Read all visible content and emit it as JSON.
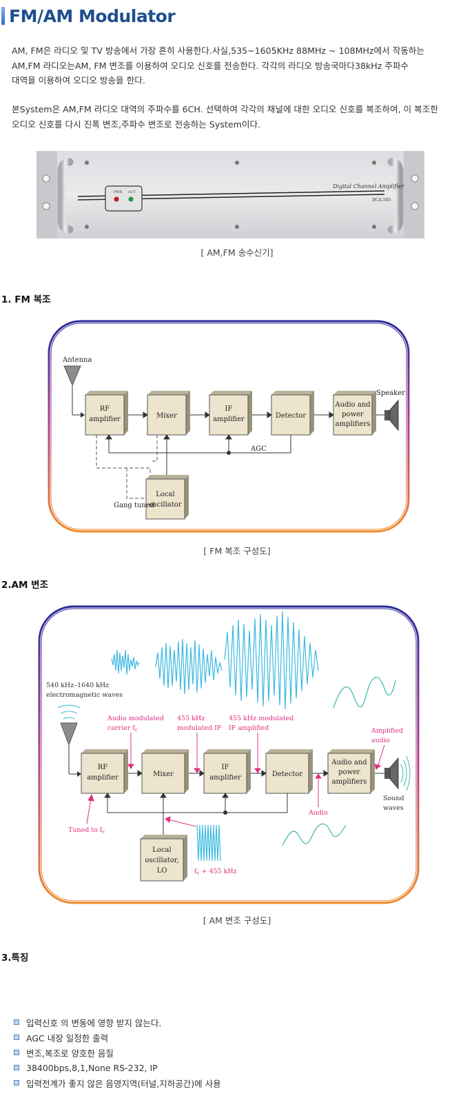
{
  "page_title": "FM/AM Modulator",
  "intro": {
    "p1_line1": "AM, FM은 라디오 및 TV 방송에서 가장 흔히 사용한다.사실,535~1605KHz  88MHz ~ 108MHz에서 작동하는",
    "p1_line2": "AM,FM 라디오는AM, FM 변조를 이용하여 오디오 신호를 전송한다. 각각의 라디오 방송국마다38kHz 주파수",
    "p1_line3": "대역을 이용하여 오디오 방송을 한다.",
    "p2_line1": "본System은 AM,FM 라디오 대역의 주파수를 6CH. 선택하여 각각의 채널에 대한 오디오 신호를 복조하여, 이 복조한",
    "p2_line2": "오디오 신호를 다시 진폭 변조,주파수 변조로 전송하는 System이다."
  },
  "device_photo": {
    "panel_text_1": "Digital Channel Amplifier",
    "panel_text_2": "DCA-505",
    "led_1": "PWR",
    "led_2": "ACT",
    "caption": "[ AM,FM 송수신기]"
  },
  "section_fm": {
    "heading": "1. FM 복조",
    "caption": "[ FM 복조 구성도]",
    "labels": {
      "antenna": "Antenna",
      "rf_1": "RF",
      "rf_2": "amplifier",
      "mixer": "Mixer",
      "if_1": "IF",
      "if_2": "amplifier",
      "detector": "Detector",
      "audio_1": "Audio and",
      "audio_2": "power",
      "audio_3": "amplifiers",
      "speaker": "Speaker",
      "agc": "AGC",
      "lo_1": "Local",
      "lo_2": "oscillator",
      "gang": "Gang tuned"
    }
  },
  "section_am": {
    "heading": "2.AM 변조",
    "caption": "[ AM 변조 구성도]",
    "labels": {
      "freq_1": "540 kHz–1640 kHz",
      "freq_2": "electromagnetic waves",
      "amc_1": "Audio modulated",
      "amc_2": "carrier f",
      "amc_sub": "c",
      "mif_1": "455 kHz",
      "mif_2": "modulated IF",
      "ifa_1": "455 kHz modulated",
      "ifa_2": "IF amplified",
      "amp_1": "Amplified",
      "amp_2": "audio",
      "rf_1": "RF",
      "rf_2": "amplifier",
      "mixer": "Mixer",
      "if_1": "IF",
      "if_2": "amplifier",
      "detector": "Detector",
      "audio_1": "Audio and",
      "audio_2": "power",
      "audio_3": "amplifiers",
      "sound_1": "Sound",
      "sound_2": "waves",
      "tuned": "Tuned to f",
      "tuned_sub": "c",
      "audio": "Audio",
      "lo_1": "Local",
      "lo_2": "oscillator,",
      "lo_3": "LO",
      "fc455": "f",
      "fc455_sub": "c",
      "fc455_rest": " + 455 kHz"
    }
  },
  "section_features": {
    "heading": "3.특징",
    "items": [
      "입력신호 의 변동에 영향 받지 않는다.",
      "AGC 내장 일정한 출력",
      "변조,복조로 양호한 음질",
      "38400bps,8,1,None RS-232, IP",
      "입력전계가 좋지 않은 음영지역(터널,지하공간)에 사용"
    ]
  },
  "colors": {
    "title": "#1f4f8f",
    "block_face": "#ece4cc",
    "magenta": "#e0307f",
    "wave_cyan": "#38b8e0",
    "frame_top": "#2a2a9a",
    "frame_bottom": "#f08a2a"
  }
}
